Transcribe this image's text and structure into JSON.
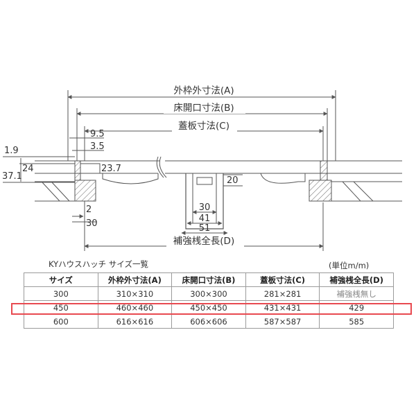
{
  "dims": {
    "outer_frame": "外枠外寸法(A)",
    "floor_opening": "床開口寸法(B)",
    "lid": "蓋板寸法(C)",
    "reinforcement": "補強桟全長(D)",
    "d_9_5": "9.5",
    "d_3_5": "3.5",
    "d_1_9": "1.9",
    "d_24": "24",
    "d_37_1": "37.1",
    "d_23_7": "23.7",
    "d_20": "20",
    "d_2": "2",
    "d_30_left": "30",
    "d_30_center": "30",
    "d_41": "41",
    "d_51": "51"
  },
  "table": {
    "caption": "KYハウスハッチ サイズ一覧",
    "unit": "(単位m/m)",
    "headers": [
      "サイズ",
      "外枠外寸法(A)",
      "床開口寸法(B)",
      "蓋板寸法(C)",
      "補強桟全長(D)"
    ],
    "rows": [
      [
        "300",
        "310×310",
        "300×300",
        "281×281",
        "補強桟無し"
      ],
      [
        "450",
        "460×460",
        "450×450",
        "431×431",
        "429"
      ],
      [
        "600",
        "616×616",
        "606×606",
        "587×587",
        "585"
      ]
    ]
  },
  "colors": {
    "highlight": "#e8494f",
    "line": "#555555"
  }
}
